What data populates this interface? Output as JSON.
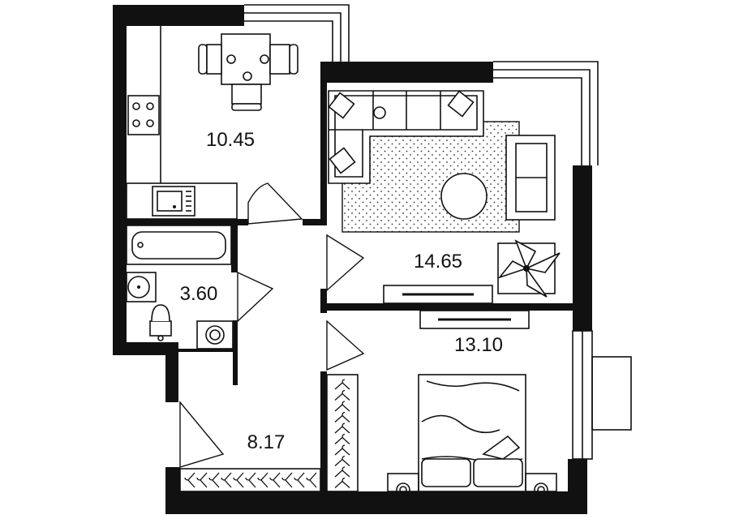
{
  "rooms": {
    "kitchen": {
      "area": "10.45"
    },
    "living": {
      "area": "14.65"
    },
    "bath": {
      "area": "3.60"
    },
    "bedroom": {
      "area": "13.10"
    },
    "hallway": {
      "area": "8.17"
    }
  },
  "colors": {
    "wall": "#111111",
    "background": "#ffffff",
    "rug_dots": "#333333"
  },
  "icons": {
    "dining": "dining-table-icon",
    "stove": "stove-icon",
    "sink": "kitchen-sink-icon",
    "sofa": "sofa-icon",
    "armchair": "armchair-icon",
    "rug": "rug-icon",
    "coffee_table": "coffee-table-icon",
    "plant": "plant-icon",
    "tv": "tv-stand-icon",
    "bathtub": "bathtub-icon",
    "washbasin": "washbasin-icon",
    "toilet": "toilet-icon",
    "washer": "washing-machine-icon",
    "wardrobe": "wardrobe-hangers-icon",
    "bed": "double-bed-icon",
    "nightstand": "nightstand-icon"
  }
}
